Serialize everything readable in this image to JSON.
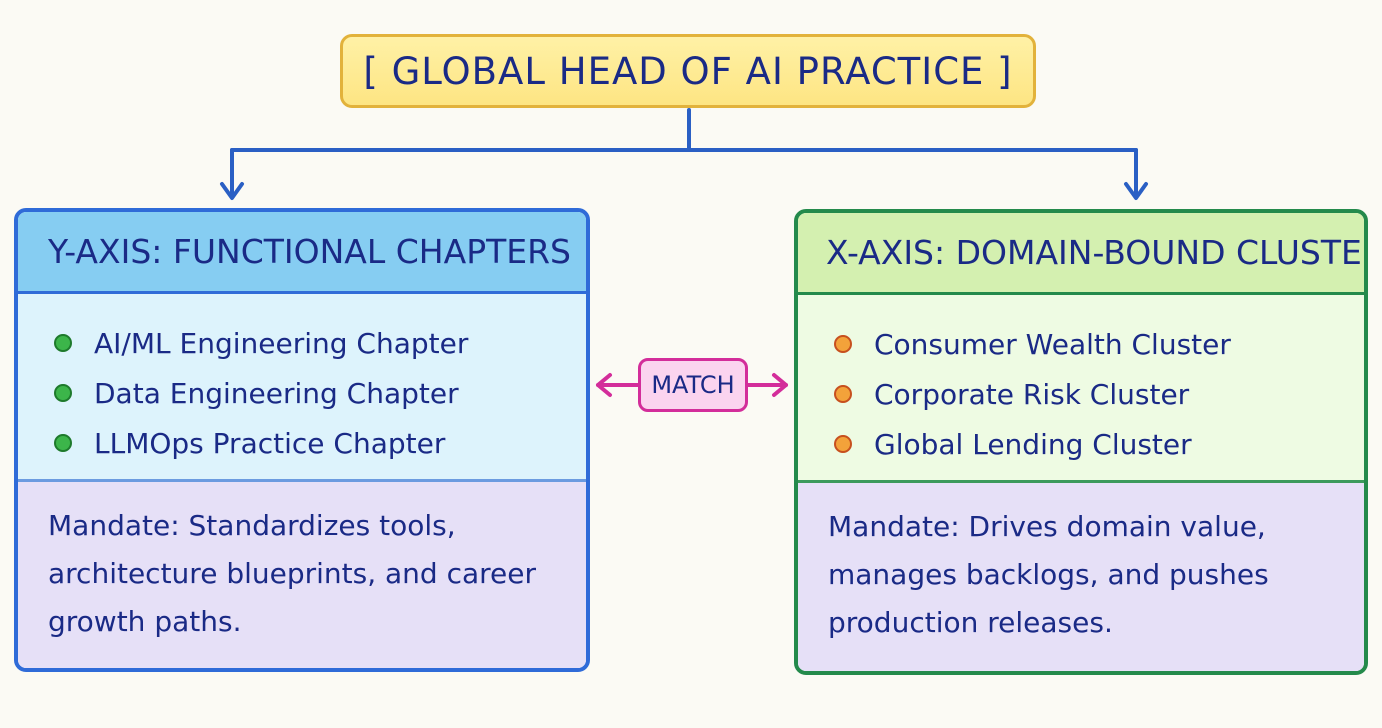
{
  "root": {
    "title": "[ GLOBAL HEAD OF AI PRACTICE ]"
  },
  "left_panel": {
    "header": "Y-AXIS: FUNCTIONAL CHAPTERS",
    "items": [
      "AI/ML Engineering Chapter",
      "Data Engineering Chapter",
      "LLMOps Practice Chapter"
    ],
    "mandate": "Mandate: Standardizes tools, architecture blueprints, and career growth paths."
  },
  "right_panel": {
    "header": "X-AXIS: DOMAIN-BOUND CLUSTERS",
    "items": [
      "Consumer Wealth Cluster",
      "Corporate Risk Cluster",
      "Global Lending Cluster"
    ],
    "mandate": "Mandate: Drives domain value, manages backlogs, and pushes production releases."
  },
  "connector": {
    "label": "MATCH"
  },
  "colors": {
    "root_fill": "#fde583",
    "left_accent": "#2f6bd8",
    "right_accent": "#248a4b",
    "match_accent": "#d32d9a",
    "text": "#1a2a86"
  }
}
